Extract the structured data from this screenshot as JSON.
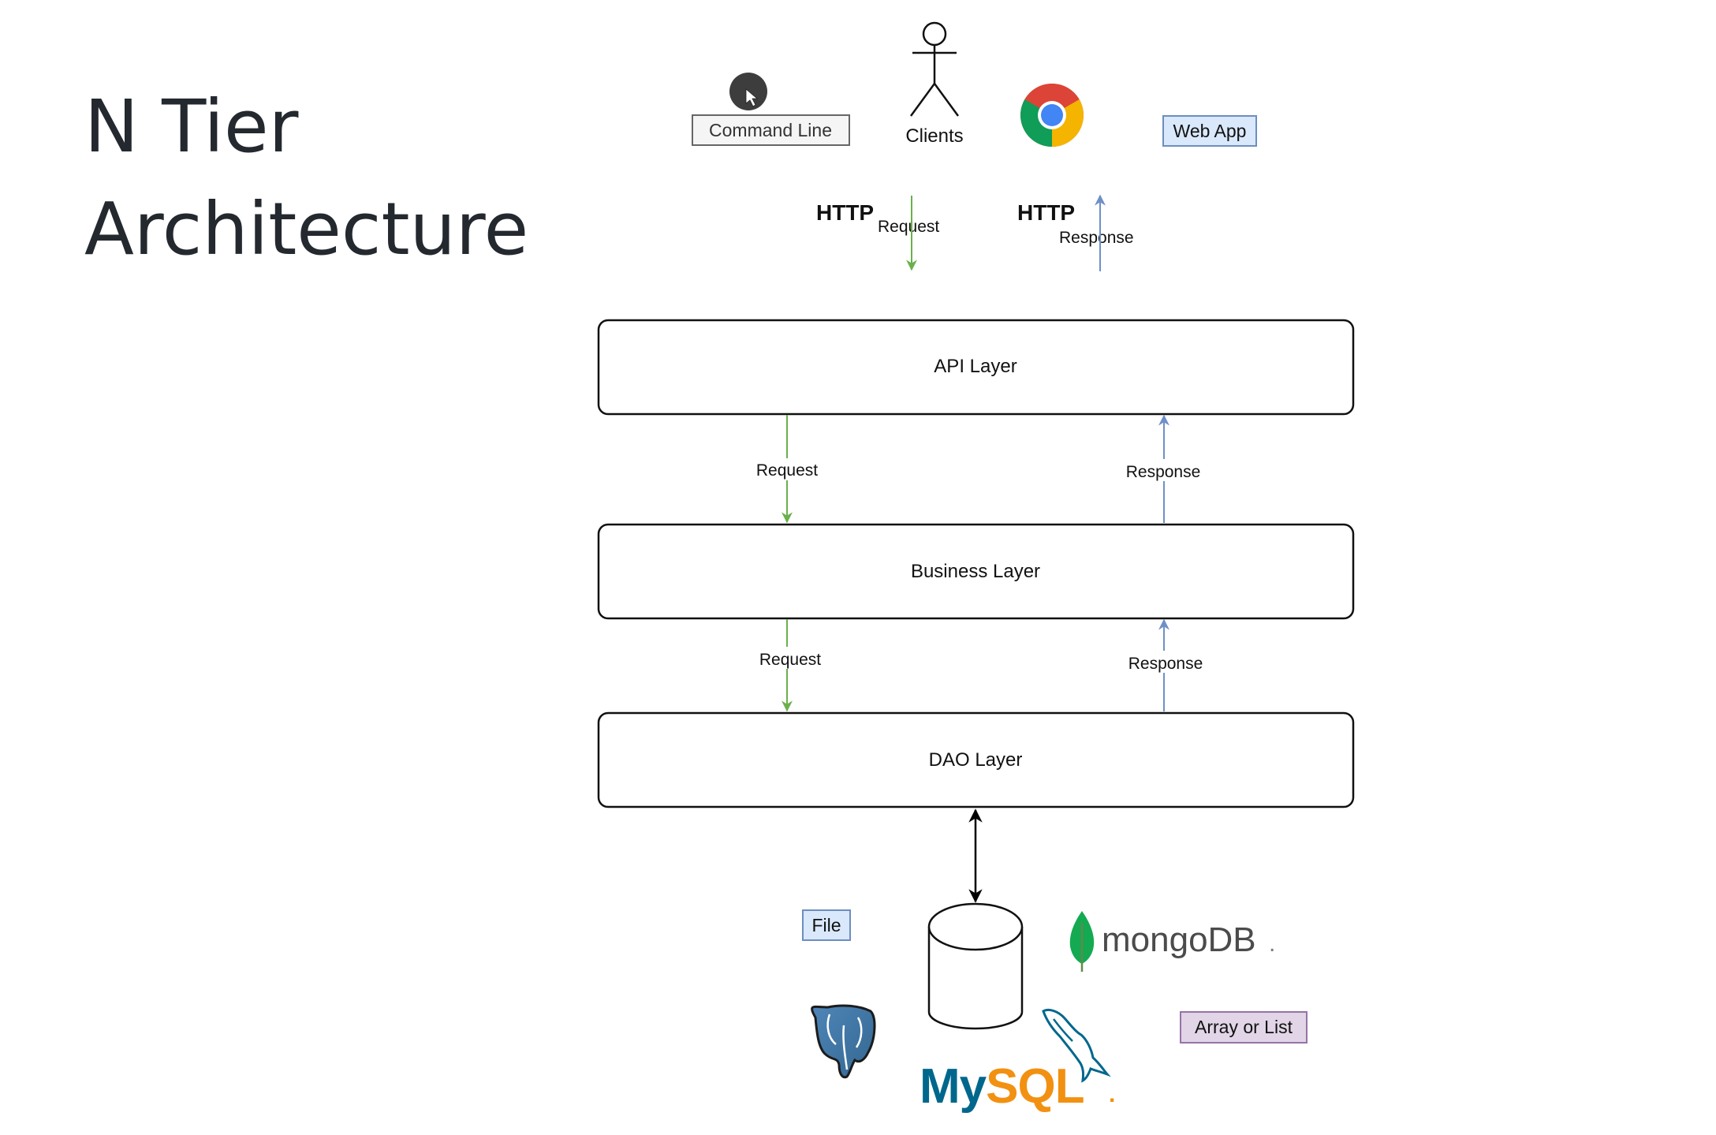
{
  "title": {
    "line1": "N Tier",
    "line2": "Architecture"
  },
  "clients": {
    "command_line": "Command Line",
    "clients_label": "Clients",
    "web_app": "Web App"
  },
  "http": {
    "request_http": "HTTP",
    "request_label": "Request",
    "response_http": "HTTP",
    "response_label": "Response"
  },
  "layers": {
    "api": "API Layer",
    "business": "Business Layer",
    "dao": "DAO Layer"
  },
  "flows": {
    "api_business_request": "Request",
    "api_business_response": "Response",
    "business_dao_request": "Request",
    "business_dao_response": "Response"
  },
  "storage": {
    "file": "File",
    "mongodb": "mongoDB",
    "mongodb_dot": ".",
    "mysql": "MySQL",
    "mysql_dot": ".",
    "array_or_list": "Array or List"
  },
  "colors": {
    "request_arrow": "#6ab04c",
    "response_arrow": "#6f8fc8",
    "file_fill": "#dae8fc",
    "file_stroke": "#6c8ebf",
    "array_fill": "#e1d5e7",
    "array_stroke": "#9673a6",
    "mysql_blue": "#00678c",
    "mysql_orange": "#f29111",
    "mongo_green": "#13aa52"
  },
  "icons": {
    "user_avatar": "user-avatar-icon",
    "stick_figure": "stick-figure-icon",
    "browser": "chrome-browser-icon",
    "database": "database-cylinder-icon",
    "postgres": "postgresql-elephant-icon",
    "mysql_dolphin": "mysql-dolphin-icon",
    "mongo_leaf": "mongodb-leaf-icon"
  }
}
